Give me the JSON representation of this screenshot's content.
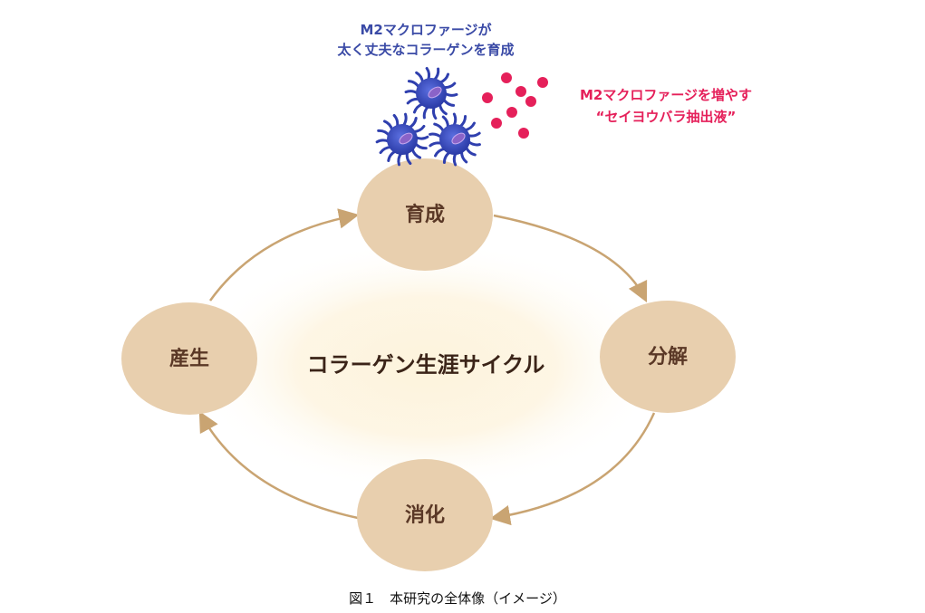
{
  "nodes": {
    "top": "育成",
    "right": "分解",
    "bottom": "消化",
    "left": "産生"
  },
  "center_label": "コラーゲン生涯サイクル",
  "annotation_blue": {
    "line1": "M2マクロファージが",
    "line2": "太く丈夫なコラーゲンを育成"
  },
  "annotation_pink": {
    "line1": "M2マクロファージを増やす",
    "line2": "“セイヨウバラ抽出液”"
  },
  "caption": "図１　本研究の全体像（イメージ）",
  "colors": {
    "node_fill": "#e8cfae",
    "arrow": "#c9a472",
    "center_glow": "#fbf0d6",
    "macrophage": "#3a4dbe",
    "rose_dots": "#e5205a"
  }
}
